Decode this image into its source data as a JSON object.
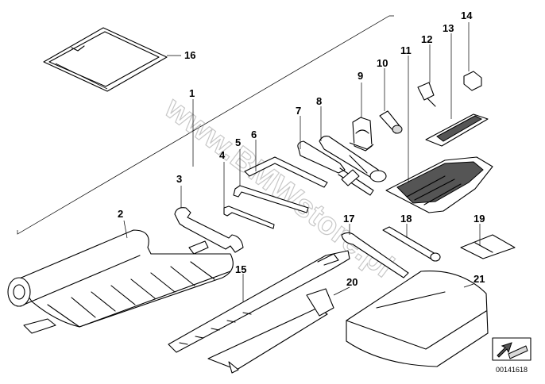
{
  "labels": [
    "1",
    "2",
    "3",
    "4",
    "5",
    "6",
    "7",
    "8",
    "9",
    "10",
    "11",
    "12",
    "13",
    "14",
    "15",
    "16",
    "17",
    "18",
    "19",
    "20",
    "21"
  ],
  "watermark": "www.BMWstore.pl",
  "reference_number": "00141618",
  "icons": [
    "arrow-icon"
  ]
}
